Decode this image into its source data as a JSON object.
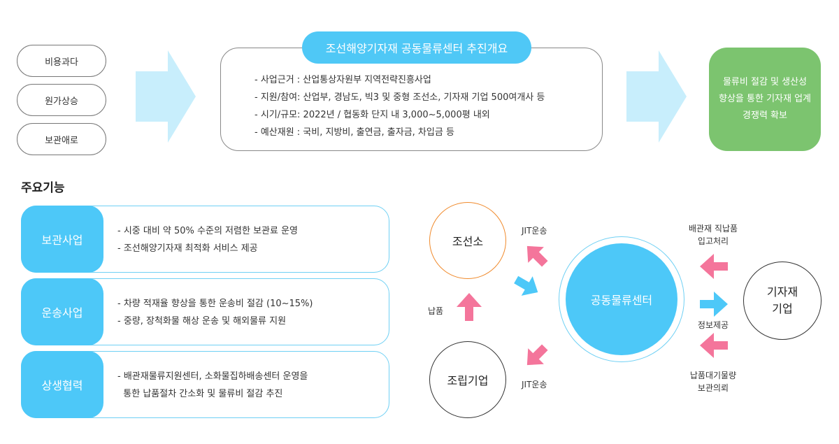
{
  "problems": [
    "비용과다",
    "원가상승",
    "보관애로"
  ],
  "overview": {
    "title": "조선해양기자재 공동물류센터 추진개요",
    "items": [
      "- 사업근거 : 산업통상자원부 지역전략진흥사업",
      "- 지원/참여: 산업부, 경남도, 빅3 및 중형 조선소, 기자재 기업 500여개사 등",
      "- 시기/규모: 2022년  /  협동화 단지 내 3,000~5,000평 내외",
      "- 예산재원 : 국비, 지방비, 출연금, 출자금, 차입금 등"
    ]
  },
  "result": {
    "lines": [
      "물류비 절감 및 생산성",
      "향상을 통한 기자재 업계",
      "경쟁력 확보"
    ]
  },
  "section_title": "주요기능",
  "functions": [
    {
      "label": "보관사업",
      "lines": [
        "- 시중 대비 약 50% 수준의 저렴한 보관료 운영",
        "- 조선해양기자재 최적화 서비스 제공"
      ]
    },
    {
      "label": "운송사업",
      "lines": [
        "- 차량 적재율 향상을 통한 운송비 절감 (10~15%)",
        "- 중량, 장척화물 해상 운송 및 해외물류 지원"
      ]
    },
    {
      "label": "상생협력",
      "lines": [
        "- 배관재물류지원센터, 소화물집하배송센터 운영을",
        "  통한 납품절차 간소화 및 물류비 절감 추진"
      ]
    }
  ],
  "diagram": {
    "shipyard": "조선소",
    "assembly": "조립기업",
    "center": "공동물류센터",
    "supplier_line1": "기자재",
    "supplier_line2": "기업",
    "jit_top": "JIT운송",
    "jit_bottom": "JIT운송",
    "delivery": "납품",
    "pipe_line1": "배관재 직납품",
    "pipe_line2": "입고처리",
    "info": "정보제공",
    "storage_line1": "납품대기물량",
    "storage_line2": "보관의뢰"
  },
  "colors": {
    "accent_blue": "#4dc8f8",
    "light_blue": "#c8eefc",
    "green": "#7cc46f",
    "pink": "#f4759b",
    "orange": "#f08a2c"
  }
}
